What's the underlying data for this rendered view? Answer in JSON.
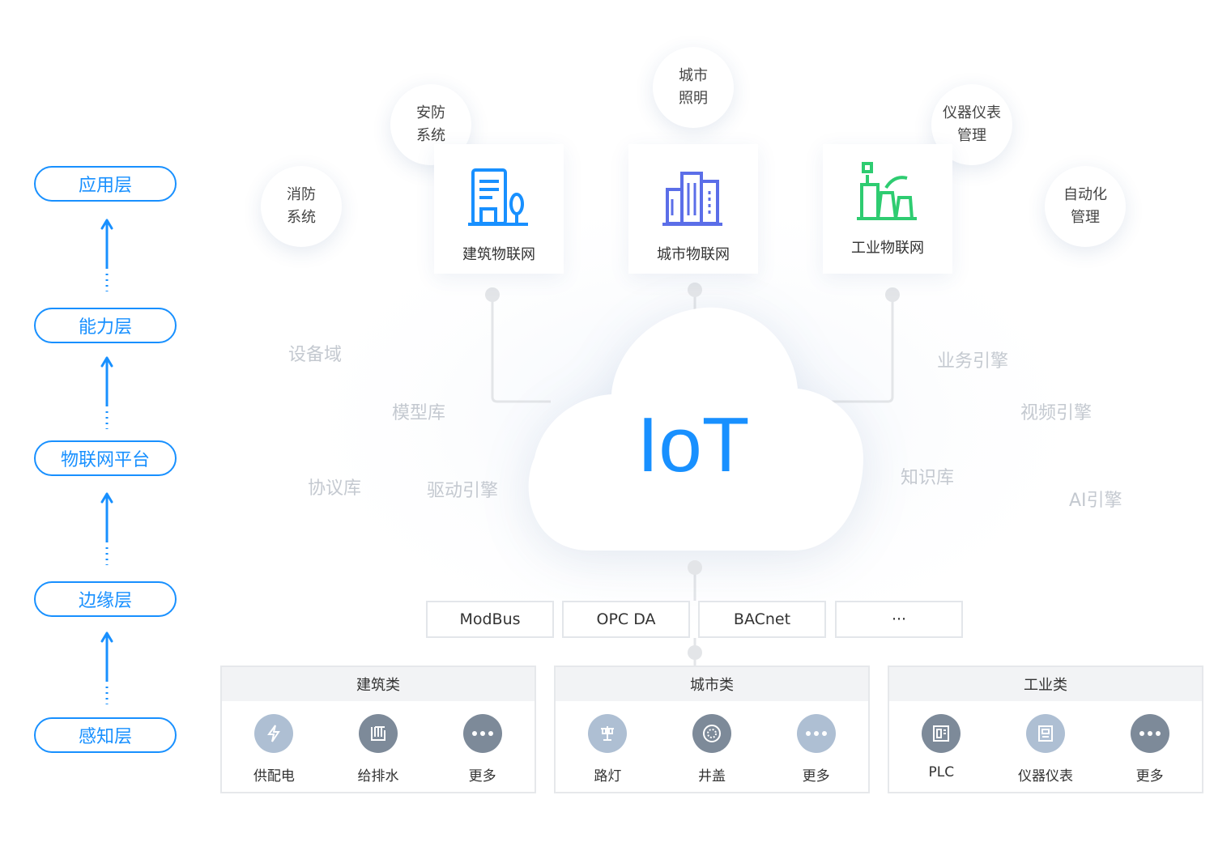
{
  "layers": [
    "应用层",
    "能力层",
    "物联网平台",
    "边缘层",
    "感知层"
  ],
  "colors": {
    "accent": "#1890ff",
    "muted_word": "#c4c9d0",
    "icon_dark": "#7d8a99",
    "icon_light": "#aebfd3",
    "green": "#2ecc71"
  },
  "satellites": {
    "fire": [
      "消防",
      "系统"
    ],
    "security": [
      "安防",
      "系统"
    ],
    "lighting": [
      "城市",
      "照明"
    ],
    "instrument": [
      "仪器仪表",
      "管理"
    ],
    "automation": [
      "自动化",
      "管理"
    ]
  },
  "cards": [
    {
      "label": "建筑物联网",
      "icon": "building-icon"
    },
    {
      "label": "城市物联网",
      "icon": "city-icon"
    },
    {
      "label": "工业物联网",
      "icon": "factory-icon"
    }
  ],
  "cloud_title": "IoT",
  "capabilities": {
    "device_domain": "设备域",
    "model_lib": "模型库",
    "protocol_lib": "协议库",
    "driver_engine": "驱动引擎",
    "business_engine": "业务引擎",
    "video_engine": "视频引擎",
    "knowledge_lib": "知识库",
    "ai_engine": "AI引擎"
  },
  "protocols": [
    "ModBus",
    "OPC DA",
    "BACnet",
    "···"
  ],
  "categories": [
    {
      "title": "建筑类",
      "items": [
        {
          "label": "供配电",
          "icon": "lightning-icon"
        },
        {
          "label": "给排水",
          "icon": "water-icon"
        },
        {
          "label": "更多",
          "icon": "more-icon"
        }
      ]
    },
    {
      "title": "城市类",
      "items": [
        {
          "label": "路灯",
          "icon": "streetlight-icon"
        },
        {
          "label": "井盖",
          "icon": "manhole-icon"
        },
        {
          "label": "更多",
          "icon": "more-icon"
        }
      ]
    },
    {
      "title": "工业类",
      "items": [
        {
          "label": "PLC",
          "icon": "plc-icon"
        },
        {
          "label": "仪器仪表",
          "icon": "instrument-icon"
        },
        {
          "label": "更多",
          "icon": "more-icon"
        }
      ]
    }
  ]
}
